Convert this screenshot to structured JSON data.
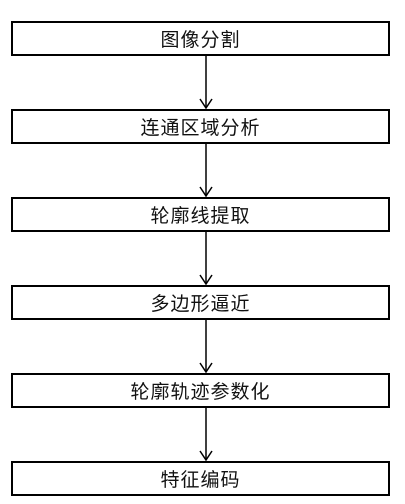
{
  "flowchart": {
    "steps": [
      {
        "label": "图像分割"
      },
      {
        "label": "连通区域分析"
      },
      {
        "label": "轮廓线提取"
      },
      {
        "label": "多边形逼近"
      },
      {
        "label": "轮廓轨迹参数化"
      },
      {
        "label": "特征编码"
      }
    ]
  }
}
